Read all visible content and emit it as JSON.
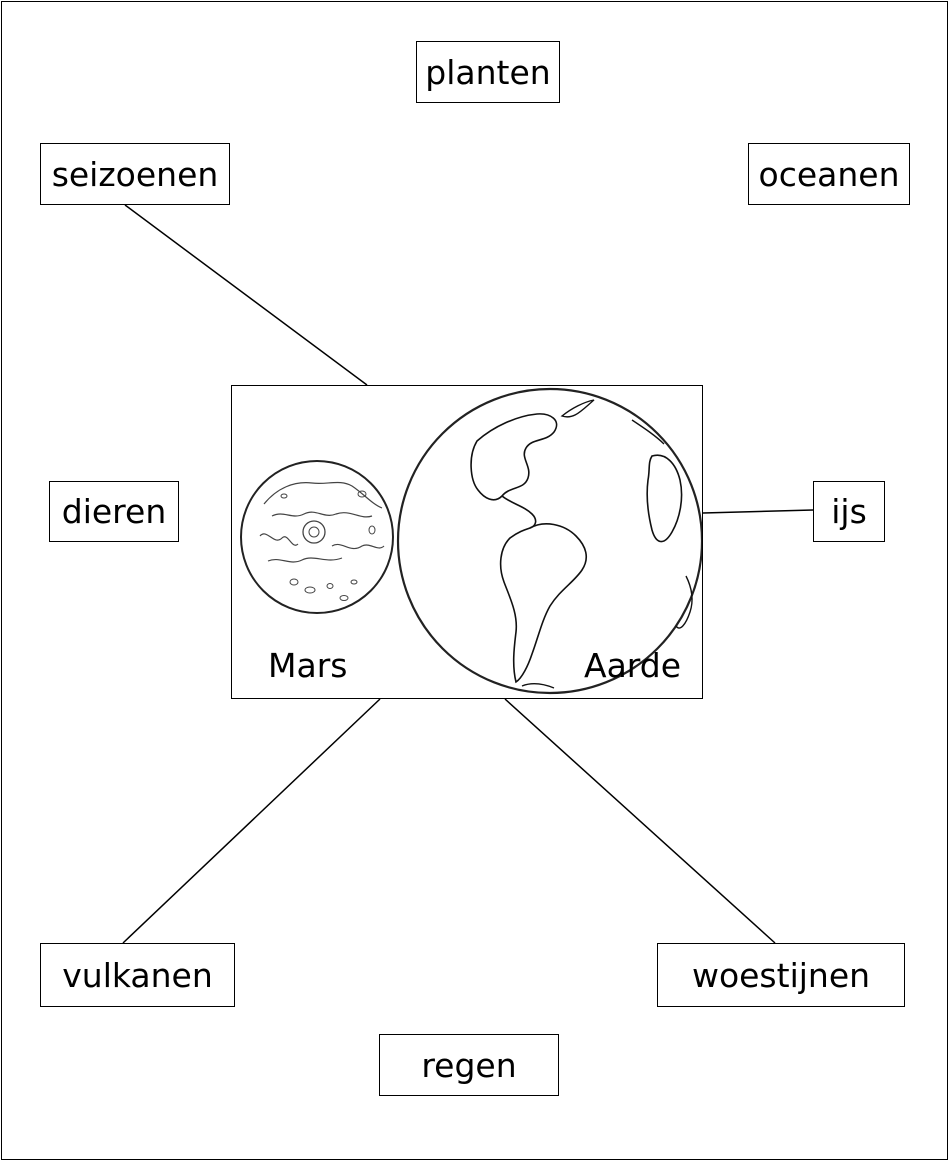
{
  "words": {
    "planten": "planten",
    "seizoenen": "seizoenen",
    "oceanen": "oceanen",
    "dieren": "dieren",
    "ijs": "ijs",
    "vulkanen": "vulkanen",
    "woestijnen": "woestijnen",
    "regen": "regen"
  },
  "planets": {
    "mars_label": "Mars",
    "earth_label": "Aarde"
  },
  "connections": [
    "seizoenen",
    "ijs",
    "vulkanen",
    "woestijnen"
  ]
}
